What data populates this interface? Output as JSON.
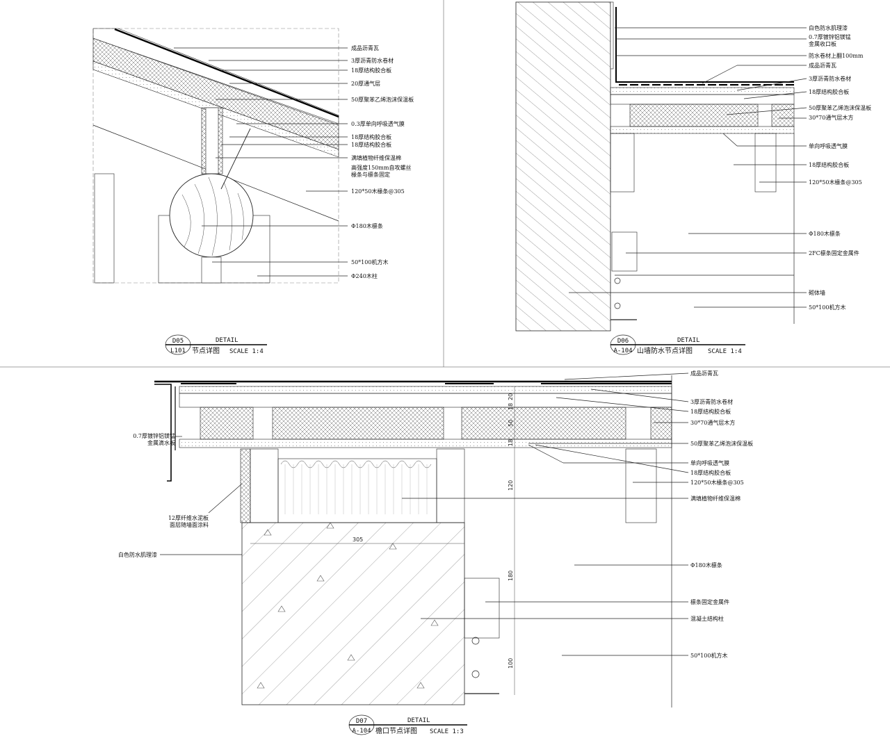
{
  "panels": {
    "d05": {
      "title": {
        "code": "D05",
        "sheet": "L101",
        "detail": "DETAIL",
        "name": "节点详图",
        "scale": "SCALE 1:4"
      },
      "labels": [
        "成品沥青瓦",
        "3厚沥青防水卷材",
        "18厚结构胶合板",
        "20厚通气层",
        "50厚聚苯乙烯泡沫保温板",
        "0.3厚单向呼吸透气膜",
        "18厚结构胶合板",
        "18厚结构胶合板",
        "满填植物纤维保温棉",
        "高强度150mm自攻螺丝",
        "椽条与檩条固定",
        "120*50木椽条@305",
        "Φ180木檩条",
        "50*100机方木",
        "Φ240木柱"
      ]
    },
    "d06": {
      "title": {
        "code": "D06",
        "sheet": "A-104",
        "detail": "DETAIL",
        "name": "山墙防水节点详图",
        "scale": "SCALE 1:4"
      },
      "labels": [
        "白色防水肌理漆",
        "0.7厚镀锌铝镁锰",
        "金属收口板",
        "防水卷材上翻100mm",
        "成品沥青瓦",
        "3厚沥青防水卷材",
        "18厚结构胶合板",
        "50厚聚苯乙烯泡沫保温板",
        "30*70通气层木方",
        "单向呼吸透气膜",
        "18厚结构胶合板",
        "120*50木椽条@305",
        "Φ180木檩条",
        "2FC檩条固定金属件",
        "砌体墙",
        "50*100机方木"
      ]
    },
    "d07": {
      "title": {
        "code": "D07",
        "sheet": "A-104",
        "detail": "DETAIL",
        "name": "檐口节点详图",
        "scale": "SCALE 1:3"
      },
      "labels_right": [
        "成品沥青瓦",
        "3厚沥青防水卷材",
        "18厚结构胶合板",
        "30*70通气层木方",
        "50厚聚苯乙烯泡沫保温板",
        "单向呼吸透气膜",
        "18厚结构胶合板",
        "120*50木椽条@305",
        "满填植物纤维保温棉",
        "Φ180木檩条",
        "檩条固定金属件",
        "混凝土结构柱",
        "50*100机方木"
      ],
      "labels_left": [
        "0.7厚镀锌铝镁锰",
        "金属滴水板",
        "12厚纤维水泥板",
        "面层随墙面涂料",
        "白色防水肌理漆"
      ],
      "dims": [
        "20",
        "18",
        "50",
        "18",
        "120",
        "305",
        "180",
        "100"
      ]
    }
  }
}
